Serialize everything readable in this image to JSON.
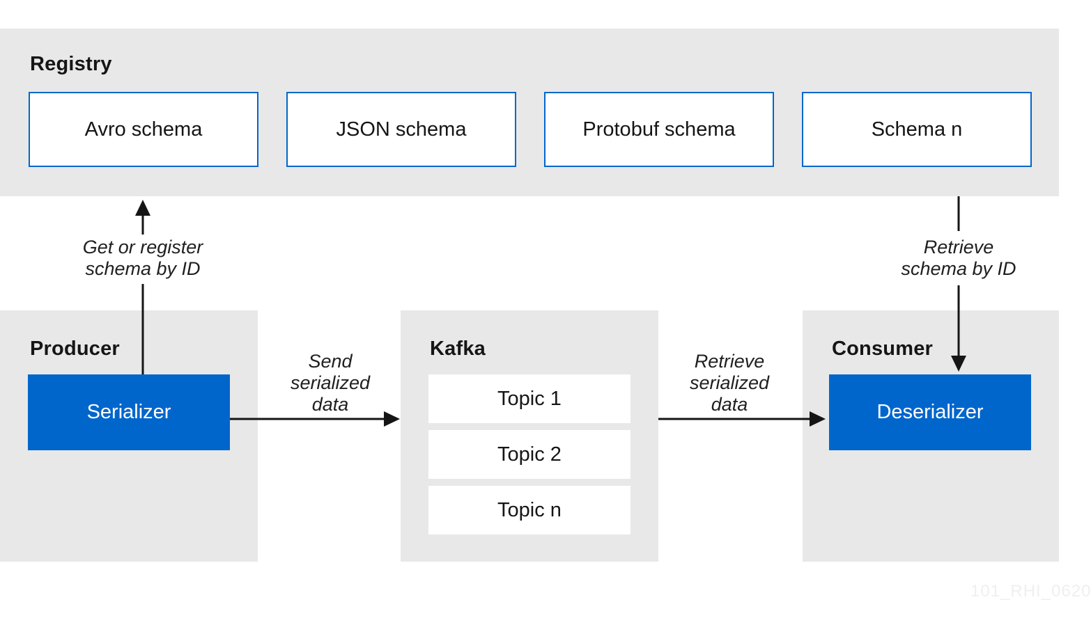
{
  "registry": {
    "title": "Registry",
    "schemas": [
      "Avro schema",
      "JSON schema",
      "Protobuf schema",
      "Schema n"
    ]
  },
  "producer": {
    "title": "Producer",
    "box_label": "Serializer"
  },
  "kafka": {
    "title": "Kafka",
    "topics": [
      "Topic 1",
      "Topic 2",
      "Topic n"
    ]
  },
  "consumer": {
    "title": "Consumer",
    "box_label": "Deserializer"
  },
  "arrow_labels": {
    "serializer_to_registry": [
      "Get or register",
      "schema by ID"
    ],
    "producer_to_kafka": [
      "Send",
      "serialized",
      "data"
    ],
    "kafka_to_consumer": [
      "Retrieve",
      "serialized",
      "data"
    ],
    "registry_to_deserializer": [
      "Retrieve",
      "schema by ID"
    ]
  },
  "watermark": "101_RHI_0620",
  "colors": {
    "accent_blue": "#0066cc",
    "panel_gray": "#e8e8e8",
    "ink": "#151515",
    "watermark": "#efefef"
  }
}
